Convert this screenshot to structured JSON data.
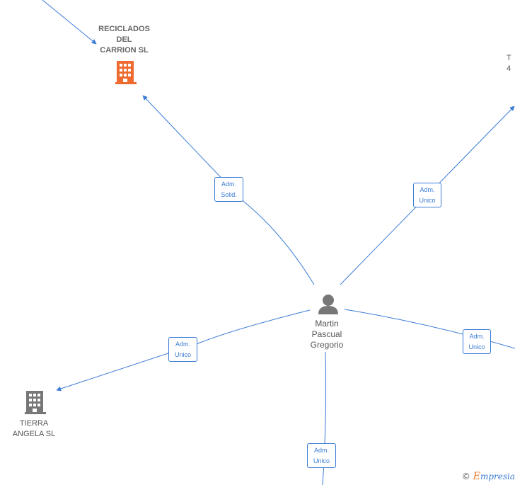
{
  "nodes": {
    "center": {
      "lines": [
        "Martin",
        "Pascual",
        "Gregorio"
      ],
      "icon": "person-icon",
      "color": "#777777"
    },
    "reciclados": {
      "lines": [
        "RECICLADOS",
        "DEL",
        "CARRION SL"
      ],
      "icon": "building-icon",
      "color": "#ee6a2f"
    },
    "tierra": {
      "lines": [
        "TIERRA",
        "ANGELA SL"
      ],
      "icon": "building-icon",
      "color": "#777777"
    },
    "right_partial": {
      "lines": [
        "T",
        "4"
      ]
    }
  },
  "roles": {
    "reciclados": [
      "Adm.",
      "Solid."
    ],
    "top_right": [
      "Adm.",
      "Unico"
    ],
    "right": [
      "Adm.",
      "Unico"
    ],
    "tierra": [
      "Adm.",
      "Unico"
    ],
    "bottom": [
      "Adm.",
      "Unico"
    ]
  },
  "watermark": {
    "copyright": "©",
    "brand_initial": "E",
    "brand_rest": "mpresia"
  },
  "colors": {
    "edge": "#3a7bd5",
    "highlight": "#ee6a2f",
    "neutral": "#777777"
  }
}
